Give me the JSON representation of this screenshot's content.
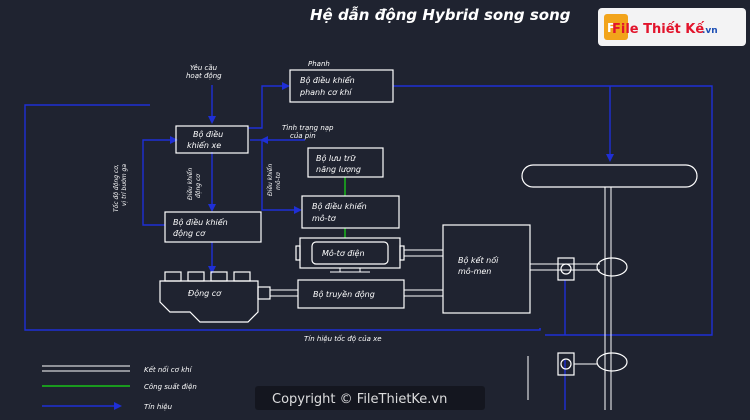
{
  "diagram": {
    "title": "Hệ dẫn động Hybrid song song",
    "boxes": {
      "brake_ctrl_1": "Bộ điều khiển",
      "brake_ctrl_2": "phanh cơ khí",
      "vehicle_ctrl_1": "Bộ điều",
      "vehicle_ctrl_2": "khiển xe",
      "storage_1": "Bộ lưu trữ",
      "storage_2": "năng lượng",
      "motor_ctrl_1": "Bộ điều khiển",
      "motor_ctrl_2": "mô-tơ",
      "engine_ctrl_1": "Bộ điều khiển",
      "engine_ctrl_2": "động cơ",
      "motor": "Mô-tơ điện",
      "coupling_1": "Bộ kết nối",
      "coupling_2": "mô-men",
      "engine": "Động cơ",
      "transmission": "Bộ truyền động"
    },
    "labels": {
      "request_1": "Yêu cầu",
      "request_2": "hoạt động",
      "brake": "Phanh",
      "battery_1": "Tình trạng nạp",
      "battery_2": "của pin",
      "engine_signal_1": "Điều khiển",
      "engine_signal_2": "động cơ",
      "motor_signal_1": "Điều khiển",
      "motor_signal_2": "mô-tơ",
      "speed_left_1": "Tốc độ động cơ,",
      "speed_left_2": "vị trí bướm ga",
      "speed_bottom": "Tín hiệu tốc độ của xe"
    },
    "legend": {
      "mechanical": "Kết nối cơ khí",
      "electrical": "Công suất điện",
      "signal": "Tín hiệu"
    }
  },
  "watermark": {
    "brand": "File Thiết Kế",
    "brand_suffix": ".vn",
    "copyright": "Copyright © FileThietKe.vn"
  },
  "colors": {
    "background": "#1f2330",
    "signal": "#1f2fd6",
    "electrical": "#19c219",
    "mechanical": "#ffffff"
  }
}
